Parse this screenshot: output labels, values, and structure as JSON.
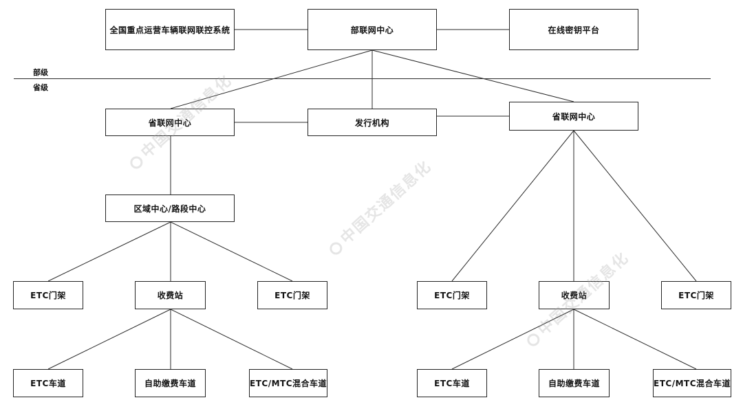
{
  "levels": {
    "ministry": "部级",
    "province": "省级"
  },
  "nodes": {
    "national_system": "全国重点运营车辆联网联控系统",
    "ministry_center": "部联网中心",
    "online_key_platform": "在线密钥平台",
    "province_center_left": "省联网中心",
    "issuer": "发行机构",
    "province_center_right": "省联网中心",
    "regional_center": "区域中心/路段中心",
    "left_gantry_a": "ETC门架",
    "left_toll_station": "收费站",
    "left_gantry_b": "ETC门架",
    "right_gantry_a": "ETC门架",
    "right_toll_station": "收费站",
    "right_gantry_b": "ETC门架",
    "left_lane_etc": "ETC车道",
    "left_lane_self": "自助缴费车道",
    "left_lane_mixed": "ETC/MTC混合车道",
    "right_lane_etc": "ETC车道",
    "right_lane_self": "自助缴费车道",
    "right_lane_mixed": "ETC/MTC混合车道"
  },
  "watermark": {
    "text": "中国交通信息化"
  },
  "colors": {
    "line": "#2a2a2a",
    "border": "#222222",
    "text": "#111111",
    "watermark": "#a0a0a0"
  }
}
